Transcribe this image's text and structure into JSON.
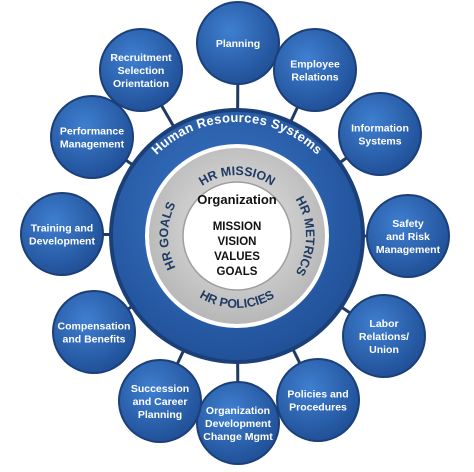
{
  "center": {
    "ring_title": "Human Resources Systems",
    "band_top": "HR MISSION",
    "band_right": "HR METRICS",
    "band_bottom": "HR POLICIES",
    "band_left": "HR GOALS",
    "core_title": "Organization",
    "core_items": [
      "MISSION",
      "VISION",
      "VALUES",
      "GOALS"
    ]
  },
  "nodes": [
    {
      "id": "planning",
      "lines": [
        "Planning"
      ]
    },
    {
      "id": "employee-relations",
      "lines": [
        "Employee",
        "Relations"
      ]
    },
    {
      "id": "information-systems",
      "lines": [
        "Information",
        "Systems"
      ]
    },
    {
      "id": "safety-risk",
      "lines": [
        "Safety",
        "and Risk",
        "Management"
      ]
    },
    {
      "id": "labor-relations",
      "lines": [
        "Labor",
        "Relations/",
        "Union"
      ]
    },
    {
      "id": "policies-procedures",
      "lines": [
        "Policies and",
        "Procedures"
      ]
    },
    {
      "id": "org-development",
      "lines": [
        "Organization",
        "Development",
        "Change Mgmt"
      ]
    },
    {
      "id": "succession",
      "lines": [
        "Succession",
        "and Career",
        "Planning"
      ]
    },
    {
      "id": "compensation",
      "lines": [
        "Compensation",
        "and Benefits"
      ]
    },
    {
      "id": "training",
      "lines": [
        "Training and",
        "Development"
      ]
    },
    {
      "id": "performance",
      "lines": [
        "Performance",
        "Management"
      ]
    },
    {
      "id": "recruitment",
      "lines": [
        "Recruitment",
        "Selection",
        "Orientation"
      ]
    }
  ],
  "colors": {
    "node_fill": "#2e64b0",
    "node_edge": "#1b3f78",
    "ring_fill": "#2c5fa8",
    "band_fill": "#c9c9c9",
    "core_fill": "#ffffff",
    "spoke": "#1f3a63"
  }
}
